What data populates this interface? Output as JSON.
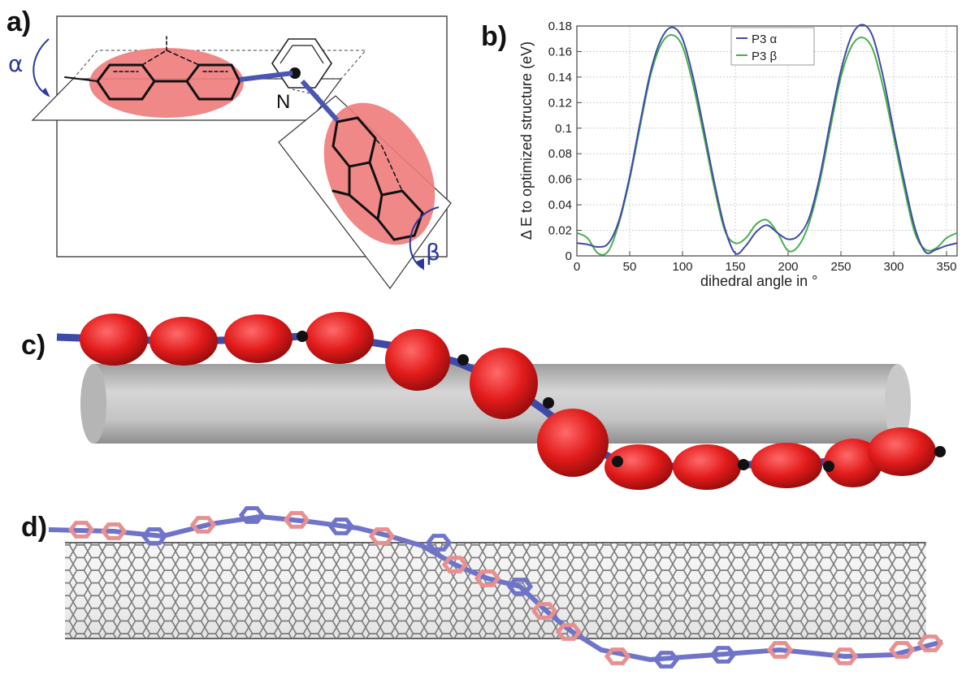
{
  "panels": {
    "a": {
      "label": "a)",
      "alpha_symbol": "α",
      "beta_symbol": "β",
      "atom_label": "N"
    },
    "b": {
      "label": "b)"
    },
    "c": {
      "label": "c)"
    },
    "d": {
      "label": "d)"
    }
  },
  "colors": {
    "accent_red": "#e86a6a",
    "backbone_blue": "#3f4aa8",
    "cylinder_gray": "#bdbdbd",
    "nanotube_gray": "#8a8a8a",
    "molecule_pink": "#e89090",
    "molecule_blue": "#6f74c9"
  },
  "chart_data": {
    "type": "line",
    "xlabel": "dihedral angle in °",
    "ylabel": "Δ E to optimized structure (eV)",
    "xlim": [
      0,
      360
    ],
    "ylim": [
      0,
      0.18
    ],
    "xticks": [
      0,
      50,
      100,
      150,
      200,
      250,
      300,
      350
    ],
    "yticks": [
      0,
      0.02,
      0.04,
      0.06,
      0.08,
      0.1,
      0.12,
      0.14,
      0.16,
      0.18
    ],
    "ytick_labels": [
      "0",
      "0.02",
      "0.04",
      "0.06",
      "0.08",
      "0.1",
      "0.12",
      "0.14",
      "0.16",
      "0.18"
    ],
    "grid": true,
    "legend_position": "top-center",
    "x": [
      0,
      10,
      20,
      30,
      40,
      50,
      60,
      70,
      80,
      90,
      100,
      110,
      120,
      130,
      140,
      150,
      160,
      170,
      180,
      190,
      200,
      210,
      220,
      230,
      240,
      250,
      260,
      270,
      280,
      290,
      300,
      310,
      320,
      330,
      340,
      350,
      360
    ],
    "series": [
      {
        "name": "P3 α",
        "color": "#3f4aa8",
        "values": [
          0.01,
          0.009,
          0.007,
          0.01,
          0.028,
          0.062,
          0.105,
          0.145,
          0.17,
          0.179,
          0.17,
          0.14,
          0.1,
          0.058,
          0.022,
          0.002,
          0.008,
          0.019,
          0.024,
          0.018,
          0.013,
          0.016,
          0.03,
          0.062,
          0.105,
          0.145,
          0.172,
          0.181,
          0.172,
          0.14,
          0.098,
          0.058,
          0.022,
          0.003,
          0.005,
          0.008,
          0.01
        ]
      },
      {
        "name": "P3 β",
        "color": "#48b04a",
        "values": [
          0.018,
          0.014,
          0.002,
          0.004,
          0.026,
          0.06,
          0.102,
          0.142,
          0.166,
          0.173,
          0.164,
          0.134,
          0.095,
          0.054,
          0.02,
          0.01,
          0.014,
          0.025,
          0.028,
          0.018,
          0.004,
          0.008,
          0.026,
          0.058,
          0.1,
          0.14,
          0.164,
          0.171,
          0.162,
          0.132,
          0.093,
          0.053,
          0.018,
          0.005,
          0.006,
          0.014,
          0.018
        ]
      }
    ]
  }
}
